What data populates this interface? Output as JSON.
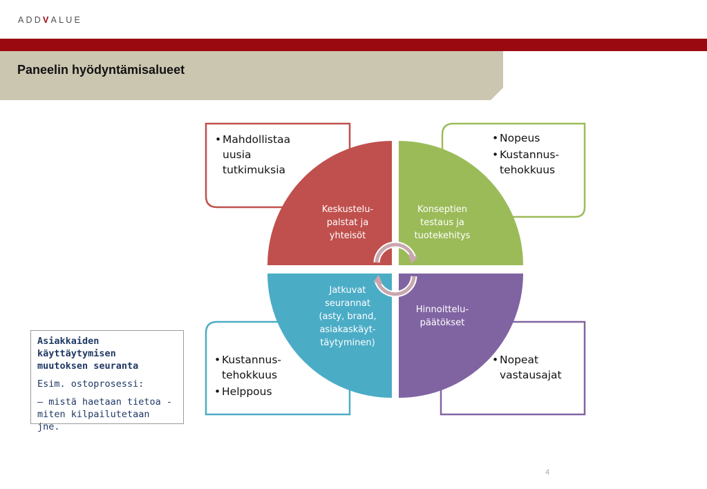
{
  "logo": {
    "prefix": "ADD",
    "mark": "V",
    "suffix": "ALUE",
    "accent_color": "#a0070f"
  },
  "header": {
    "title": "Paneelin hyödyntämisalueet",
    "band_color": "#9a0810",
    "title_band_color": "#cbc6b0"
  },
  "quadrants": [
    {
      "id": "top-left",
      "label": "Keskustelu-\npalstat ja\nyhteisöt",
      "color": "#c0504d",
      "bullets": [
        "Mahdollistaa uusia tutkimuksia"
      ]
    },
    {
      "id": "top-right",
      "label": "Konseptien\ntestaus ja\ntuotekehitys",
      "color": "#9bbb59",
      "bullets": [
        "Nopeus",
        "Kustannus-tehokkuus"
      ]
    },
    {
      "id": "bottom-left",
      "label": "Jatkuvat\nseurannat\n(asty, brand,\nasiakaskäyt-\ntäytyminen)",
      "color": "#4bacc6",
      "bullets": [
        "Kustannus-tehokkuus",
        "Helppous"
      ]
    },
    {
      "id": "bottom-right",
      "label": "Hinnoittelu-\npäätökset",
      "color": "#8064a2",
      "bullets": [
        "Nopeat vastausajat"
      ]
    }
  ],
  "note": {
    "title": "Asiakkaiden\nkäyttäytymisen\nmuutoksen seuranta",
    "line1": "Esim. ostoprosessi:",
    "line2": "– mistä haetaan tietoa -\nmiten kilpailutetaan jne.",
    "text_color": "#1f3864",
    "border_color": "#9a9a9a"
  },
  "page_number": "4"
}
